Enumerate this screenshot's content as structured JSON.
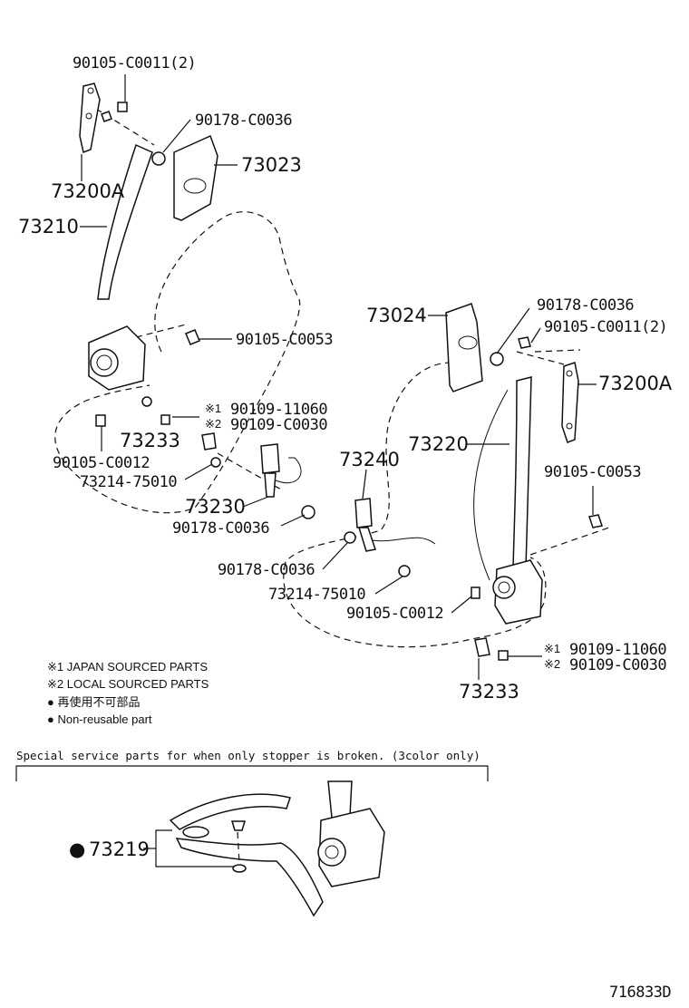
{
  "diagram_id": "716833D",
  "left_assembly": {
    "labels": {
      "bolt_top": "90105-C0011(2)",
      "nut_top": "90178-C0036",
      "cover": "73023",
      "adjuster": "73200A",
      "belt": "73210",
      "bolt_mid": "90105-C0053",
      "bolt_japan": "90109-11060",
      "bolt_local": "90109-C0030",
      "cap": "73233",
      "bolt_low": "90105-C0012",
      "spacer": "73214-75010",
      "buckle": "73230",
      "nut_low": "90178-C0036"
    }
  },
  "right_assembly": {
    "labels": {
      "cover": "73024",
      "nut_top": "90178-C0036",
      "bolt_top": "90105-C0011(2)",
      "adjuster": "73200A",
      "buckle": "73240",
      "belt": "73220",
      "bolt_mid": "90105-C0053",
      "nut_low": "90178-C0036",
      "spacer": "73214-75010",
      "bolt_low": "90105-C0012",
      "bolt_japan": "90109-11060",
      "bolt_local": "90109-C0030",
      "cap": "73233"
    }
  },
  "marks": {
    "ref1": "※1",
    "ref2": "※2",
    "dot": "●"
  },
  "legend": {
    "japan": "※1 JAPAN SOURCED PARTS",
    "local": "※2 LOCAL SOURCED PARTS",
    "jp_nonreusable": "● 再使用不可部品",
    "nonreusable": "● Non-reusable part"
  },
  "special": {
    "note": "Special service parts for when only stopper is broken. (3color only)",
    "part": "73219"
  }
}
